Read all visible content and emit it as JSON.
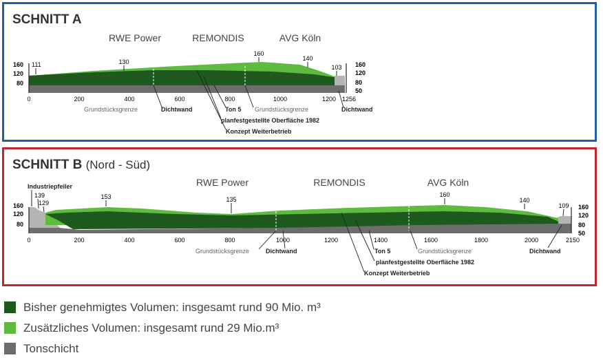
{
  "colors": {
    "dark_green": "#1e5a1e",
    "light_green": "#5fba40",
    "clay": "#6d6d6d",
    "fill_grey": "#b4b4b4",
    "border_a": "#1f5fa8",
    "border_b": "#c0262c"
  },
  "section_a": {
    "title": "SCHNITT A",
    "zones": [
      "RWE Power",
      "REMONDIS",
      "AVG Köln"
    ],
    "x_ticks": [
      "0",
      "200",
      "400",
      "600",
      "800",
      "1000",
      "1200",
      "1256"
    ],
    "left_scale": [
      "160",
      "120",
      "80"
    ],
    "right_scale": [
      "160",
      "120",
      "80",
      "50"
    ],
    "peaks": [
      "111",
      "130",
      "160",
      "140",
      "103"
    ],
    "callouts": {
      "grund_left": "Grundstücksgrenze",
      "dichtwand_left": "Dichtwand",
      "ton": "Ton 5",
      "grund_right": "Grundstücksgrenze",
      "dichtwand_right": "Dichtwand",
      "plan": "planfestgestellte Oberfläche 1982",
      "konzept": "Konzept Weiterbetrieb"
    }
  },
  "section_b": {
    "title": "SCHNITT B",
    "subtitle": "(Nord - Süd)",
    "zones": [
      "RWE Power",
      "REMONDIS",
      "AVG Köln"
    ],
    "x_ticks": [
      "0",
      "200",
      "400",
      "600",
      "800",
      "1000",
      "1200",
      "1400",
      "1600",
      "1800",
      "2000",
      "2150"
    ],
    "left_scale": [
      "160",
      "120",
      "80"
    ],
    "right_scale": [
      "160",
      "120",
      "80",
      "50"
    ],
    "peaks": [
      "139",
      "129",
      "153",
      "135",
      "160",
      "140",
      "109"
    ],
    "industriepfeiler": "Industriepfeiler",
    "callouts": {
      "grund_left": "Grundstücksgrenze",
      "dichtwand_left": "Dichtwand",
      "ton": "Ton 5",
      "grund_right": "Grundstücksgrenze",
      "dichtwand_right": "Dichtwand",
      "plan": "planfestgestellte Oberfläche 1982",
      "konzept": "Konzept Weiterbetrieb"
    }
  },
  "legend": [
    {
      "text": "Bisher genehmigtes Volumen: insgesamt rund 90 Mio. m³",
      "color": "#1e5a1e"
    },
    {
      "text": "Zusätzliches Volumen: insgesamt rund 29 Mio.m³",
      "color": "#5fba40"
    },
    {
      "text": "Tonschicht",
      "color": "#6d6d6d"
    }
  ]
}
